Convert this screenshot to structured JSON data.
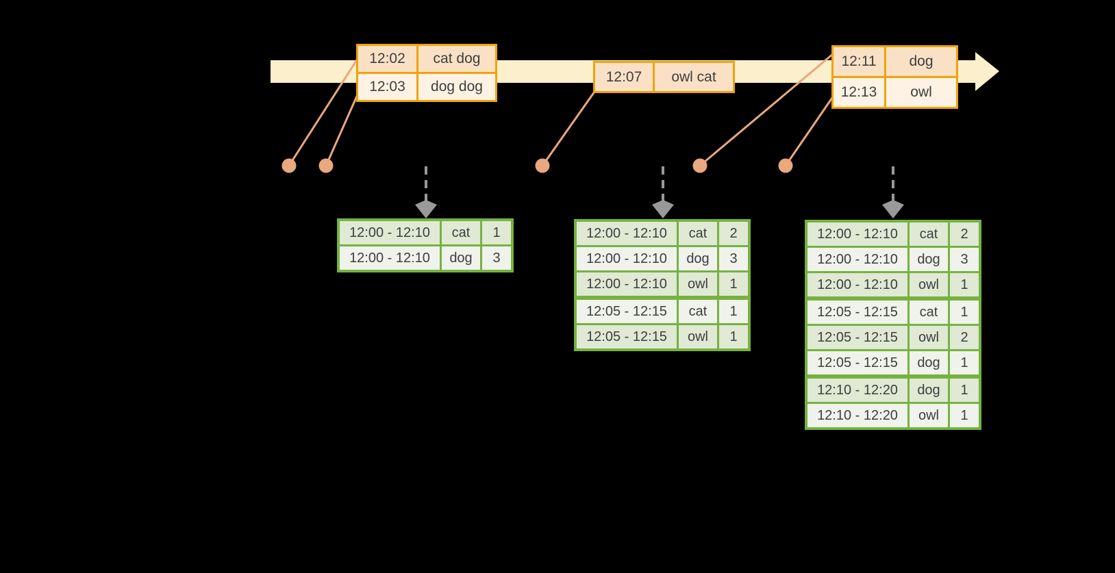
{
  "colors": {
    "timeline_fill": "#FBF0CB",
    "event_border": "#F0A30A",
    "event_row_dark": "#FAE1C6",
    "event_row_light": "#FDF2E3",
    "dot_color": "#E9A87E",
    "arrow_gray": "#999999",
    "result_border": "#76B240",
    "result_row_dark": "#DFE9D4",
    "result_row_light": "#EFF3EB",
    "text_color": "#3E3E3E",
    "background": "#000000"
  },
  "timeline": {
    "event_dot_count": 5,
    "trigger_arrow_count": 3
  },
  "event_tables": [
    {
      "rows": [
        {
          "time": "12:02",
          "words": "cat dog"
        },
        {
          "time": "12:03",
          "words": "dog dog"
        }
      ]
    },
    {
      "rows": [
        {
          "time": "12:07",
          "words": "owl cat"
        }
      ]
    },
    {
      "rows": [
        {
          "time": "12:11",
          "words": "dog"
        },
        {
          "time": "12:13",
          "words": "owl"
        }
      ]
    }
  ],
  "result_tables": [
    {
      "rows": [
        {
          "window": "12:00 - 12:10",
          "word": "cat",
          "count": "1"
        },
        {
          "window": "12:00 - 12:10",
          "word": "dog",
          "count": "3"
        }
      ]
    },
    {
      "rows": [
        {
          "window": "12:00 - 12:10",
          "word": "cat",
          "count": "2"
        },
        {
          "window": "12:00 - 12:10",
          "word": "dog",
          "count": "3"
        },
        {
          "window": "12:00 - 12:10",
          "word": "owl",
          "count": "1"
        },
        {
          "window": "12:05 - 12:15",
          "word": "cat",
          "count": "1"
        },
        {
          "window": "12:05 - 12:15",
          "word": "owl",
          "count": "1"
        }
      ]
    },
    {
      "rows": [
        {
          "window": "12:00 - 12:10",
          "word": "cat",
          "count": "2"
        },
        {
          "window": "12:00 - 12:10",
          "word": "dog",
          "count": "3"
        },
        {
          "window": "12:00 - 12:10",
          "word": "owl",
          "count": "1"
        },
        {
          "window": "12:05 - 12:15",
          "word": "cat",
          "count": "1"
        },
        {
          "window": "12:05 - 12:15",
          "word": "owl",
          "count": "2"
        },
        {
          "window": "12:05 - 12:15",
          "word": "dog",
          "count": "1"
        },
        {
          "window": "12:10 - 12:20",
          "word": "dog",
          "count": "1"
        },
        {
          "window": "12:10 - 12:20",
          "word": "owl",
          "count": "1"
        }
      ]
    }
  ]
}
